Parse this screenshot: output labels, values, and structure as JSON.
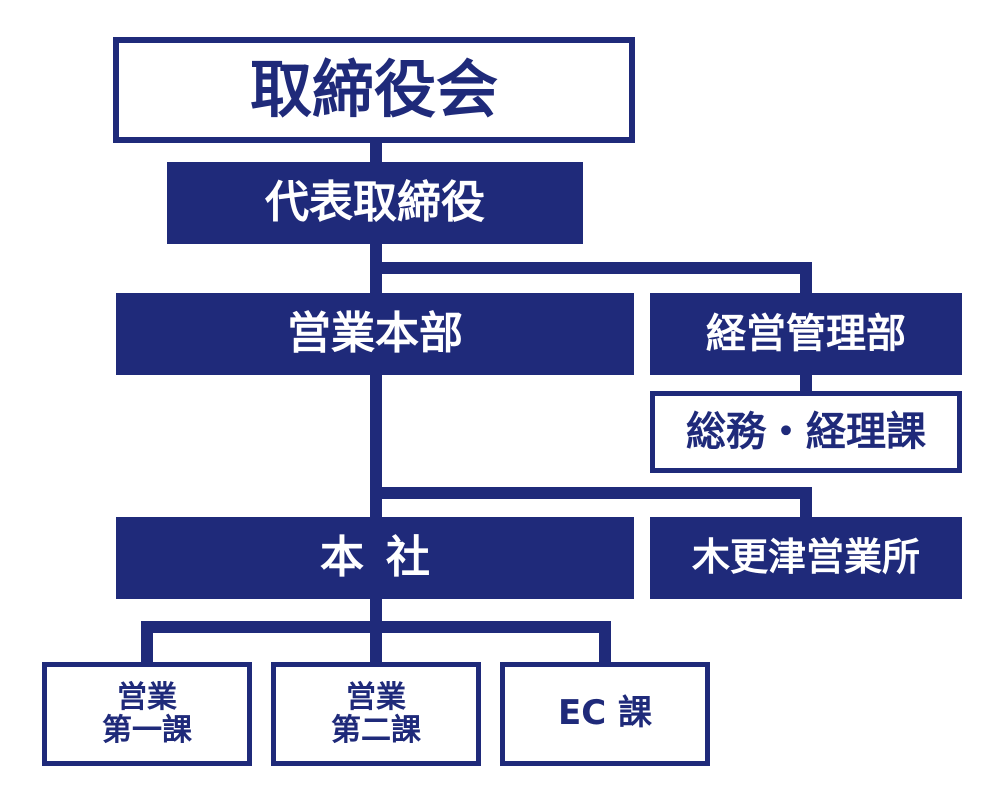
{
  "org_chart": {
    "board": "取締役会",
    "ceo": "代表取締役",
    "sales_hq": "営業本部",
    "management_dept": "経営管理部",
    "general_accounting": "総務・経理課",
    "head_office": "本社",
    "kisarazu_office": "木更津営業所",
    "sales_section_1": {
      "line1": "営業",
      "line2": "第一課"
    },
    "sales_section_2": {
      "line1": "営業",
      "line2": "第二課"
    },
    "ec_section": "EC 課"
  },
  "colors": {
    "primary": "#1f2a7a",
    "background": "#ffffff"
  }
}
